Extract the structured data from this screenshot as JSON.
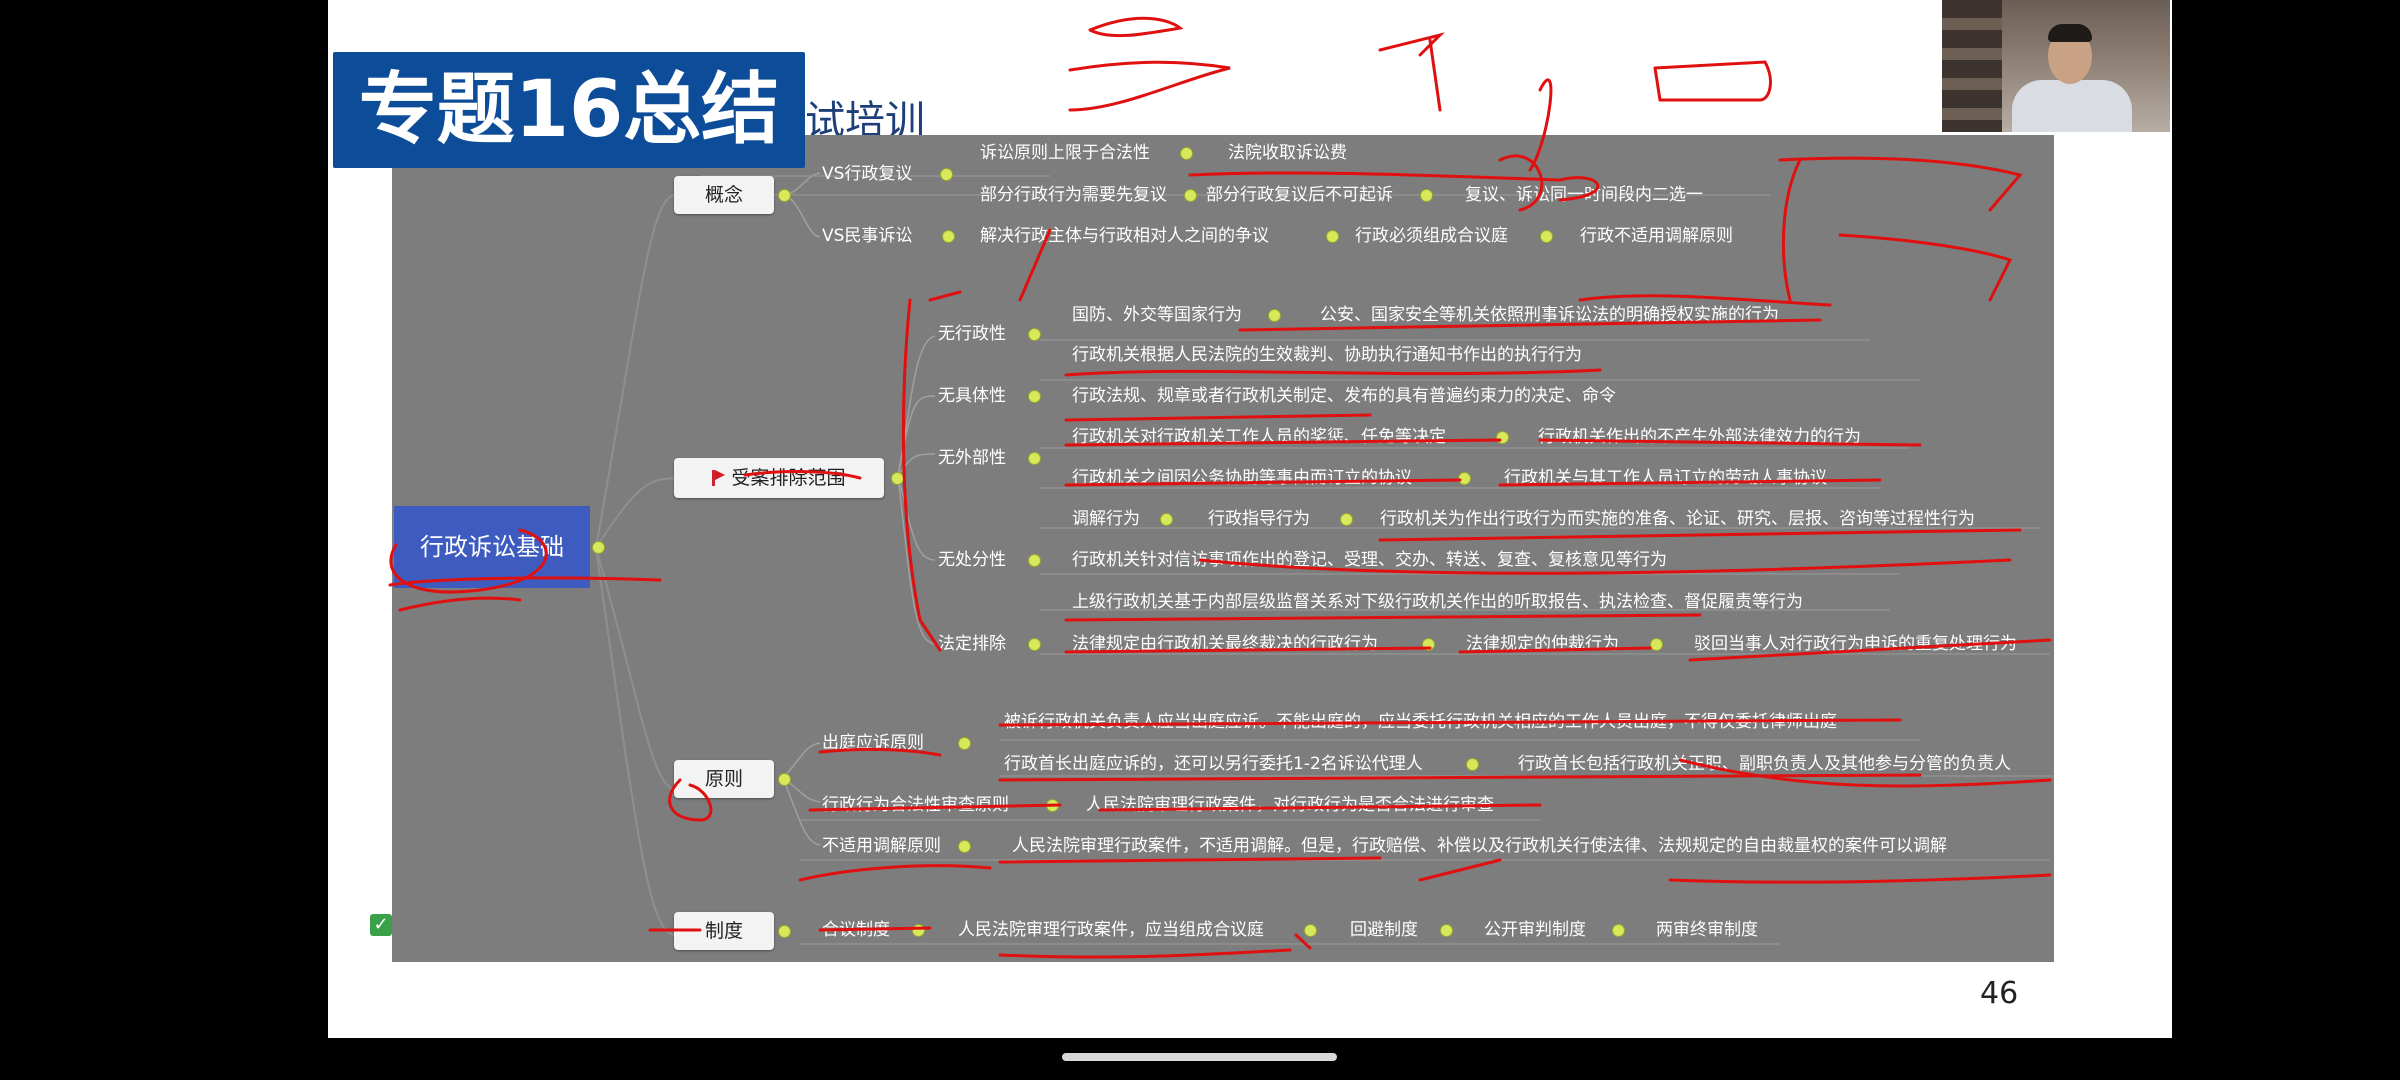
{
  "slide": {
    "title": "专题16总结",
    "subtitle_fragment": "试培训",
    "page_number": "46"
  },
  "mindmap": {
    "root": "行政诉讼基础",
    "concept": {
      "label": "概念",
      "vs_review": "VS行政复议",
      "review_a": "诉讼原则上限于合法性",
      "review_b": "法院收取诉讼费",
      "review_c": "部分行政行为需要先复议",
      "review_d": "部分行政复议后不可起诉",
      "review_e": "复议、诉讼同一时间段内二选一",
      "vs_civil": "VS民事诉讼",
      "civil_a": "解决行政主体与行政相对人之间的争议",
      "civil_b": "行政必须组成合议庭",
      "civil_c": "行政不适用调解原则"
    },
    "exclusion": {
      "label": "受案排除范围",
      "no_admin": "无行政性",
      "no_admin_a": "国防、外交等国家行为",
      "no_admin_b": "公安、国家安全等机关依照刑事诉讼法的明确授权实施的行为",
      "no_admin_c": "行政机关根据人民法院的生效裁判、协助执行通知书作出的执行行为",
      "no_specific": "无具体性",
      "no_specific_a": "行政法规、规章或者行政机关制定、发布的具有普遍约束力的决定、命令",
      "no_external": "无外部性",
      "no_external_a": "行政机关对行政机关工作人员的奖惩、任免等决定",
      "no_external_b": "行政机关作出的不产生外部法律效力的行为",
      "no_external_c": "行政机关之间因公务协助等事由而订立的协议",
      "no_external_d": "行政机关与其工作人员订立的劳动人事协议",
      "no_disposal": "无处分性",
      "no_disposal_a": "调解行为",
      "no_disposal_b": "行政指导行为",
      "no_disposal_c": "行政机关为作出行政行为而实施的准备、论证、研究、层报、咨询等过程性行为",
      "no_disposal_d": "行政机关针对信访事项作出的登记、受理、交办、转送、复查、复核意见等行为",
      "no_disposal_e": "上级行政机关基于内部层级监督关系对下级行政机关作出的听取报告、执法检查、督促履责等行为",
      "legal": "法定排除",
      "legal_a": "法律规定由行政机关最终裁决的行政行为",
      "legal_b": "法律规定的仲裁行为",
      "legal_c": "驳回当事人对行政行为申诉的重复处理行为"
    },
    "principle": {
      "label": "原则",
      "court": "出庭应诉原则",
      "court_a": "被诉行政机关负责人应当出庭应诉。不能出庭的，应当委托行政机关相应的工作人员出庭，不得仅委托律师出庭",
      "court_b": "行政首长出庭应诉的，还可以另行委托1-2名诉讼代理人",
      "court_c": "行政首长包括行政机关正职、副职负责人及其他参与分管的负责人",
      "legality": "行政行为合法性审查原则",
      "legality_a": "人民法院审理行政案件，对行政行为是否合法进行审查",
      "no_mediation": "不适用调解原则",
      "no_mediation_a": "人民法院审理行政案件，不适用调解。但是，行政赔偿、补偿以及行政机关行使法律、法规规定的自由裁量权的案件可以调解"
    },
    "system": {
      "label": "制度",
      "collegial": "合议制度",
      "collegial_a": "人民法院审理行政案件，应当组成合议庭",
      "recusal": "回避制度",
      "public": "公开审判制度",
      "final": "两审终审制度"
    }
  },
  "colors": {
    "title_bg": "#0d4c98",
    "mindmap_bg": "#7d7d7d",
    "root_bg": "#3e5cc0",
    "annotation_ink": "#e01010"
  }
}
